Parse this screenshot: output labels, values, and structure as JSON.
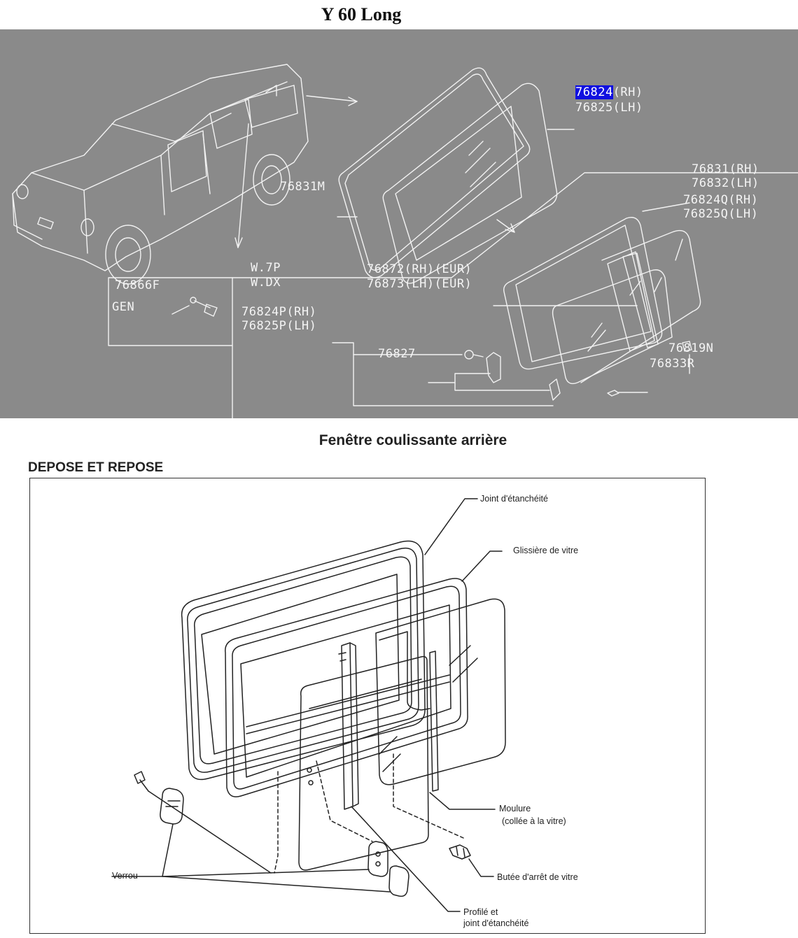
{
  "title": "Y 60 Long",
  "catalog": {
    "callouts": [
      {
        "id": "c1",
        "code_hl": "76824",
        "code": "(RH)"
      },
      {
        "id": "c2",
        "code": "76825(LH)"
      },
      {
        "id": "c3",
        "code": "76831M"
      },
      {
        "id": "c4",
        "code": "76831(RH)"
      },
      {
        "id": "c5",
        "code": "76832(LH)"
      },
      {
        "id": "c6",
        "code": "76824Q(RH)"
      },
      {
        "id": "c7",
        "code": "76825Q(LH)"
      },
      {
        "id": "c8",
        "code": "76872(RH)(EUR)"
      },
      {
        "id": "c9",
        "code": "76873(LH)(EUR)"
      },
      {
        "id": "c10",
        "code": "76824P(RH)"
      },
      {
        "id": "c11",
        "code": "76825P(LH)"
      },
      {
        "id": "c12",
        "code": "76827"
      },
      {
        "id": "c13",
        "code": "76819N"
      },
      {
        "id": "c14",
        "code": "76833R"
      }
    ],
    "inset": {
      "part": "76866F",
      "gen": "GEN",
      "models": [
        "W.7P",
        "W.DX"
      ]
    },
    "colors": {
      "panel": "#8a8a8a",
      "line": "#f2f2f2",
      "highlight": "#1010e0"
    }
  },
  "section_title": "Fenêtre coulissante arrière",
  "procedure": "DEPOSE ET REPOSE",
  "labels": {
    "seal": "Joint d'étanchéité",
    "glass_run": "Glissière de vitre",
    "moulding_1": "Moulure",
    "moulding_2": "(collée à la vitre)",
    "stopper": "Butée d'arrêt de vitre",
    "lock": "Verrou",
    "profile_1": "Profilé et",
    "profile_2": "joint d'étanchéité"
  }
}
